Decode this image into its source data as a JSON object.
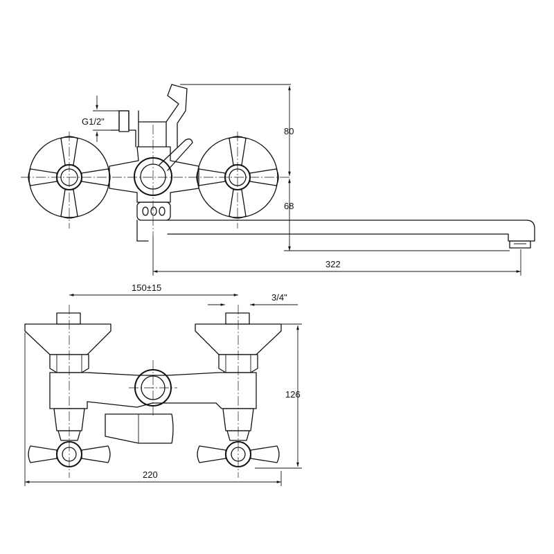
{
  "labels": {
    "thread_inlet": "G1/2\"",
    "height_top": "80",
    "height_spout": "68",
    "spout_length": "322",
    "center_distance": "150±15",
    "connection": "3/4\"",
    "body_height": "126",
    "total_width": "220"
  }
}
